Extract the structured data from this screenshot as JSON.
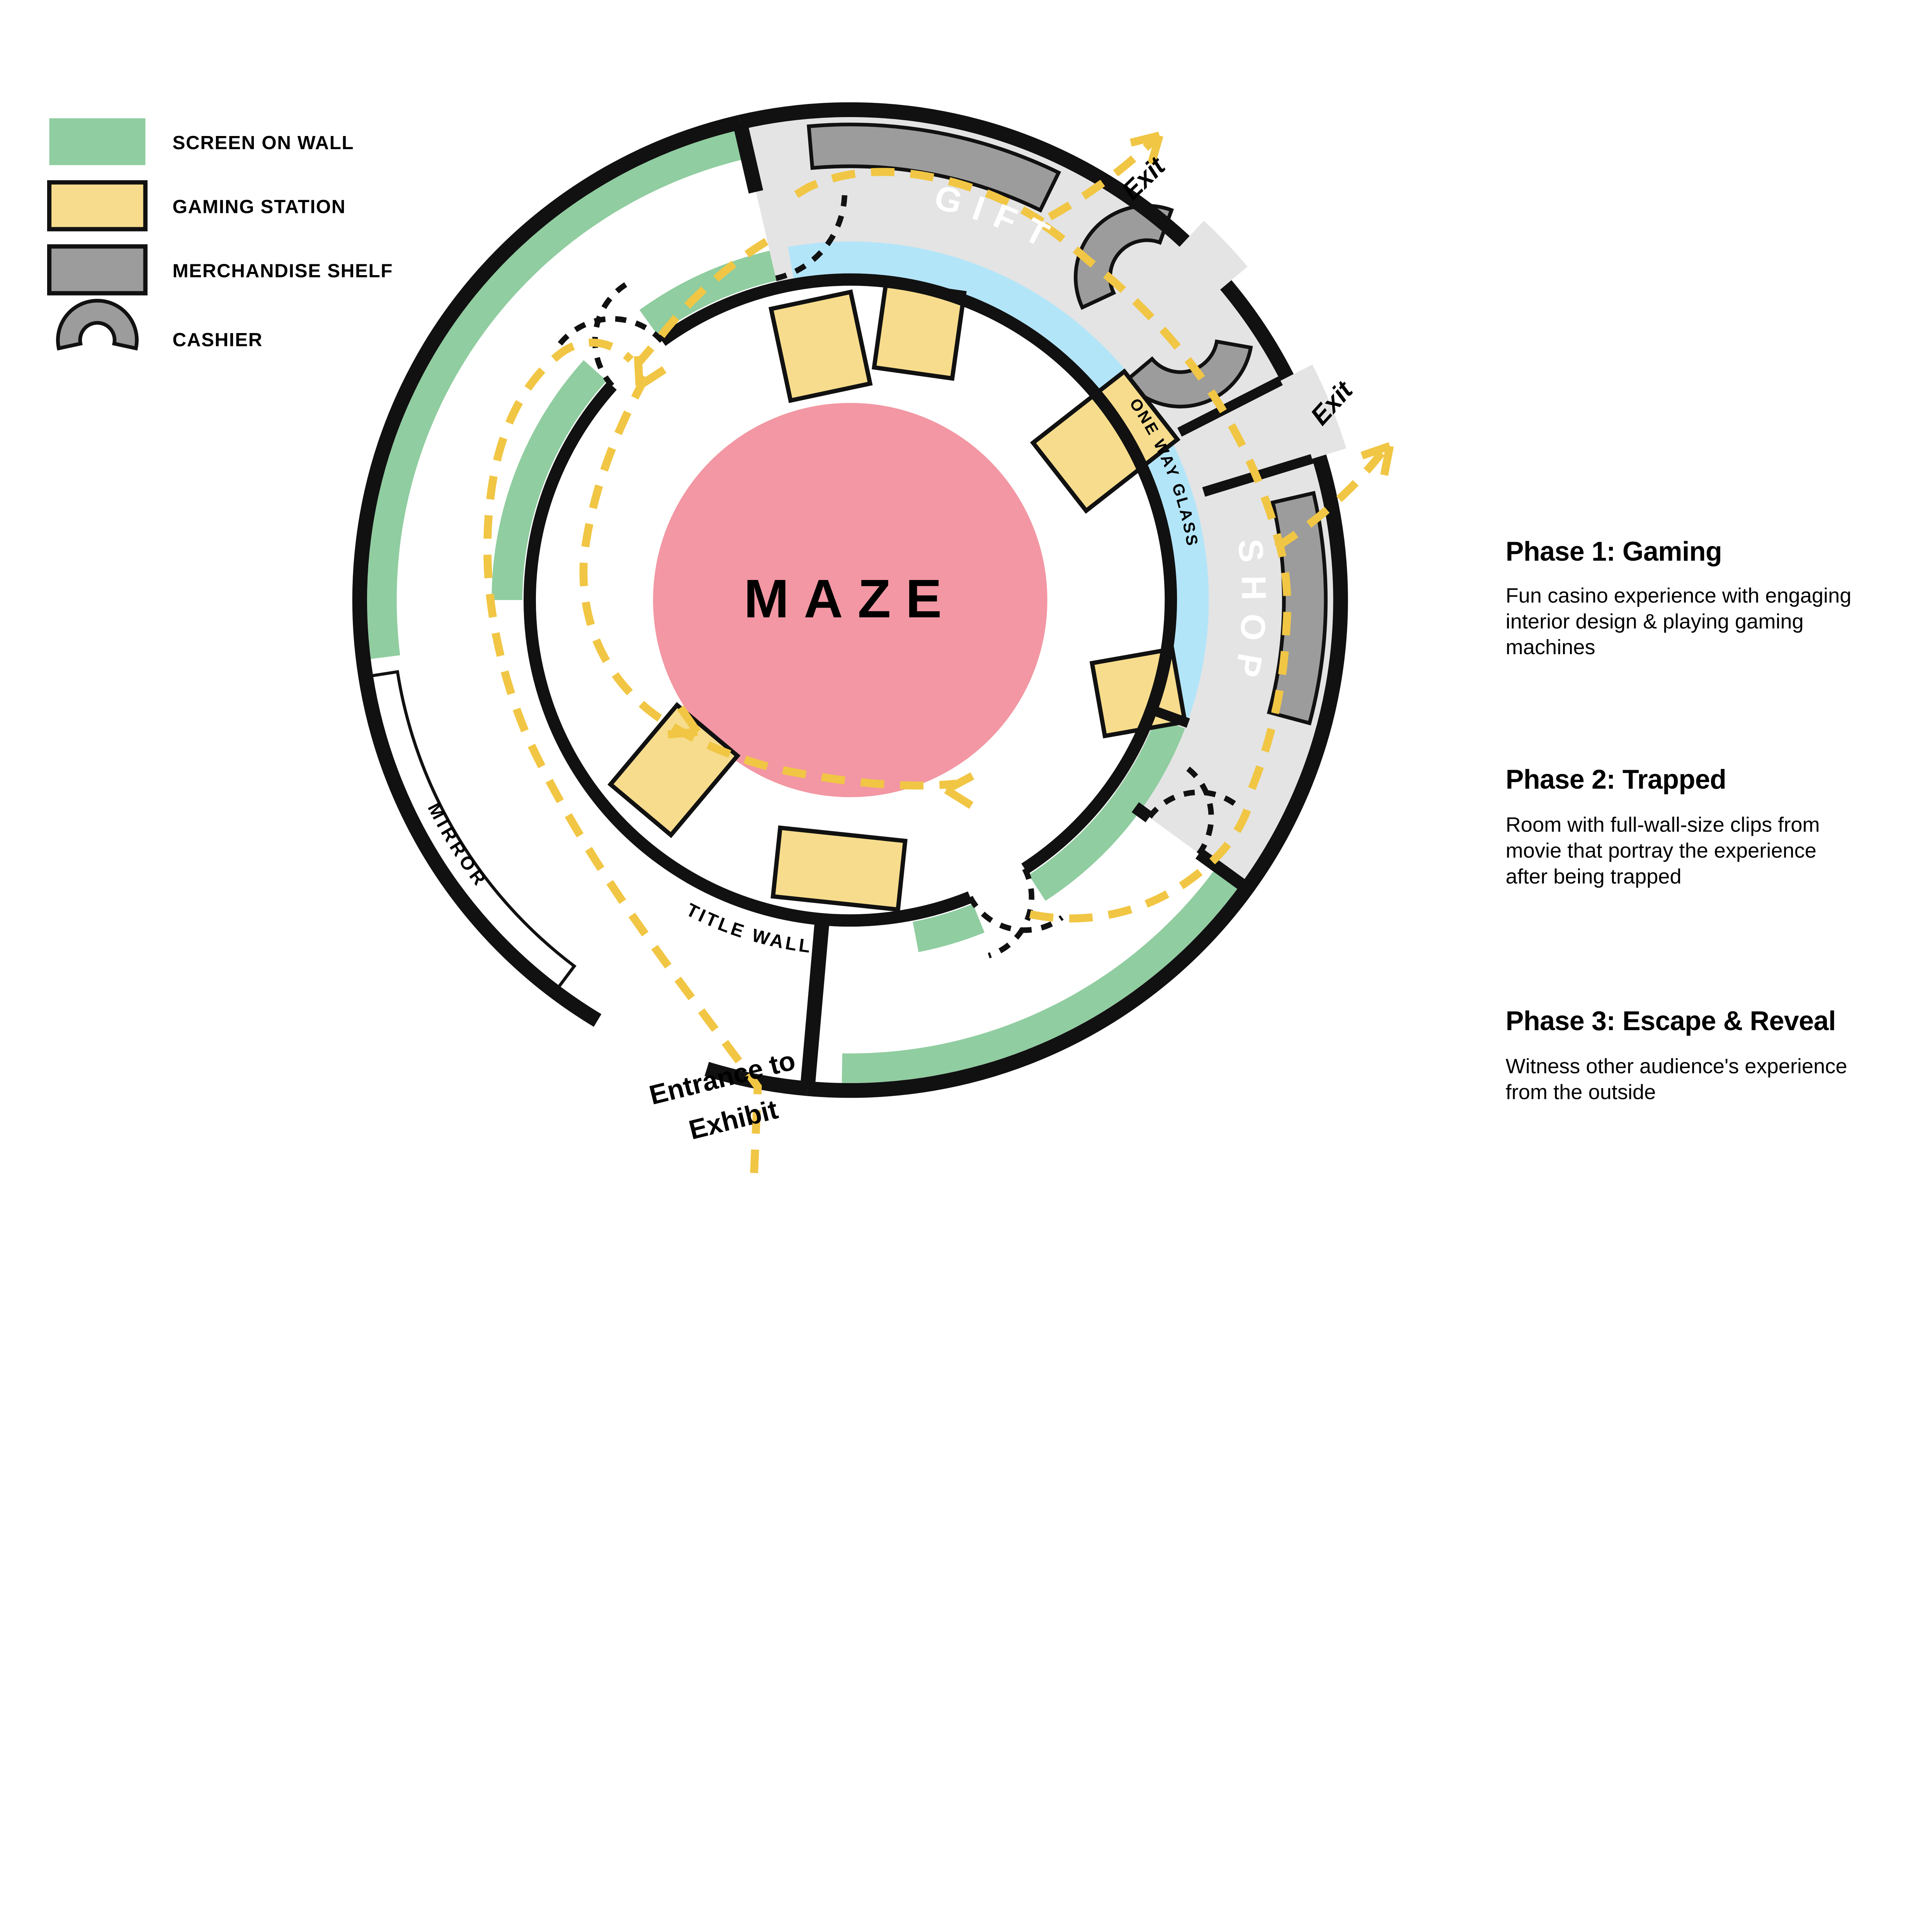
{
  "title": "MAZE",
  "colors": {
    "screen_green": "#90CDA0",
    "station_yellow": "#F6DC8C",
    "shelf_gray": "#9C9C9C",
    "floor_gray": "#E4E4E4",
    "glass_blue": "#B3E5F9",
    "maze_pink": "#F297A3",
    "path_yellow": "#F1C644",
    "wall_black": "#111111",
    "text_black": "#000000",
    "label_white": "#FFFFFF"
  },
  "legend": [
    {
      "label": "SCREEN ON WALL"
    },
    {
      "label": "GAMING STATION"
    },
    {
      "label": "MERCHANDISE SHELF"
    },
    {
      "label": "CASHIER"
    }
  ],
  "areas": {
    "maze": "MAZE",
    "gift": "GIFT",
    "shop": "SHOP",
    "one_way_glass": "ONE WAY GLASS",
    "mirror": "MIRROR",
    "title_wall": "TITLE WALL"
  },
  "labels": {
    "exit_top": "Exit",
    "exit_right": "Exit",
    "entrance_line1": "Entrance to",
    "entrance_line2": "Exhibit"
  },
  "phases": [
    {
      "title": "Phase 1: Gaming",
      "lines": [
        "Fun casino experience with engaging",
        "interior design & playing gaming",
        "machines"
      ]
    },
    {
      "title": "Phase 2: Trapped",
      "lines": [
        "Room with full-wall-size clips from",
        "movie that portray the experience",
        "after being trapped"
      ]
    },
    {
      "title": "Phase 3: Escape & Reveal",
      "lines": [
        "Witness other audience's experience",
        "from the outside"
      ]
    }
  ]
}
